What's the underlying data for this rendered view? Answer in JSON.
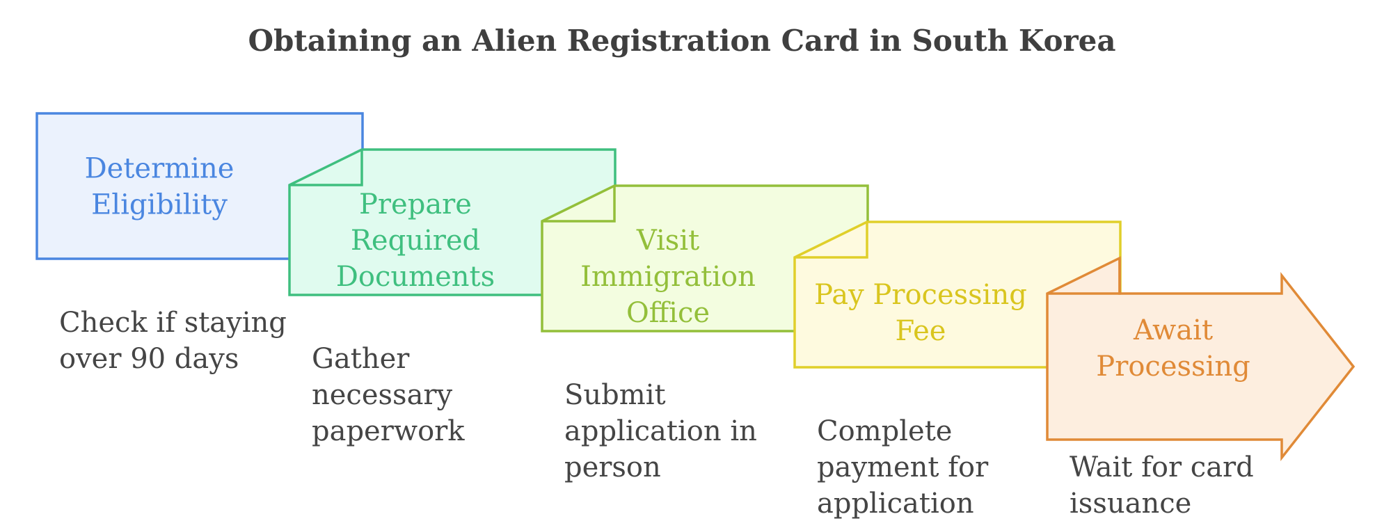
{
  "title": "Obtaining an Alien Registration Card in South Korea",
  "steps": [
    {
      "label_lines": [
        "Determine",
        "Eligibility"
      ],
      "description_lines": [
        "Check if staying",
        "over 90 days"
      ],
      "stroke": "#4a86e0",
      "fill": "#ebf2fd",
      "text_color": "#4a86e0"
    },
    {
      "label_lines": [
        "Prepare",
        "Required",
        "Documents"
      ],
      "description_lines": [
        "Gather",
        "necessary",
        "paperwork"
      ],
      "stroke": "#3fbf7f",
      "fill": "#e0fbef",
      "text_color": "#3fbf7f"
    },
    {
      "label_lines": [
        "Visit",
        "Immigration",
        "Office"
      ],
      "description_lines": [
        "Submit",
        "application in",
        "person"
      ],
      "stroke": "#93bf3a",
      "fill": "#f3fde0",
      "text_color": "#93bf3a"
    },
    {
      "label_lines": [
        "Pay Processing",
        "Fee"
      ],
      "description_lines": [
        "Complete",
        "payment for",
        "application"
      ],
      "stroke": "#e0cf2a",
      "fill": "#fefadf",
      "text_color": "#d9c51e"
    },
    {
      "label_lines": [
        "Await",
        "Processing"
      ],
      "description_lines": [
        "Wait for card",
        "issuance"
      ],
      "stroke": "#e08a37",
      "fill": "#fdeedf",
      "text_color": "#e08a37"
    }
  ]
}
